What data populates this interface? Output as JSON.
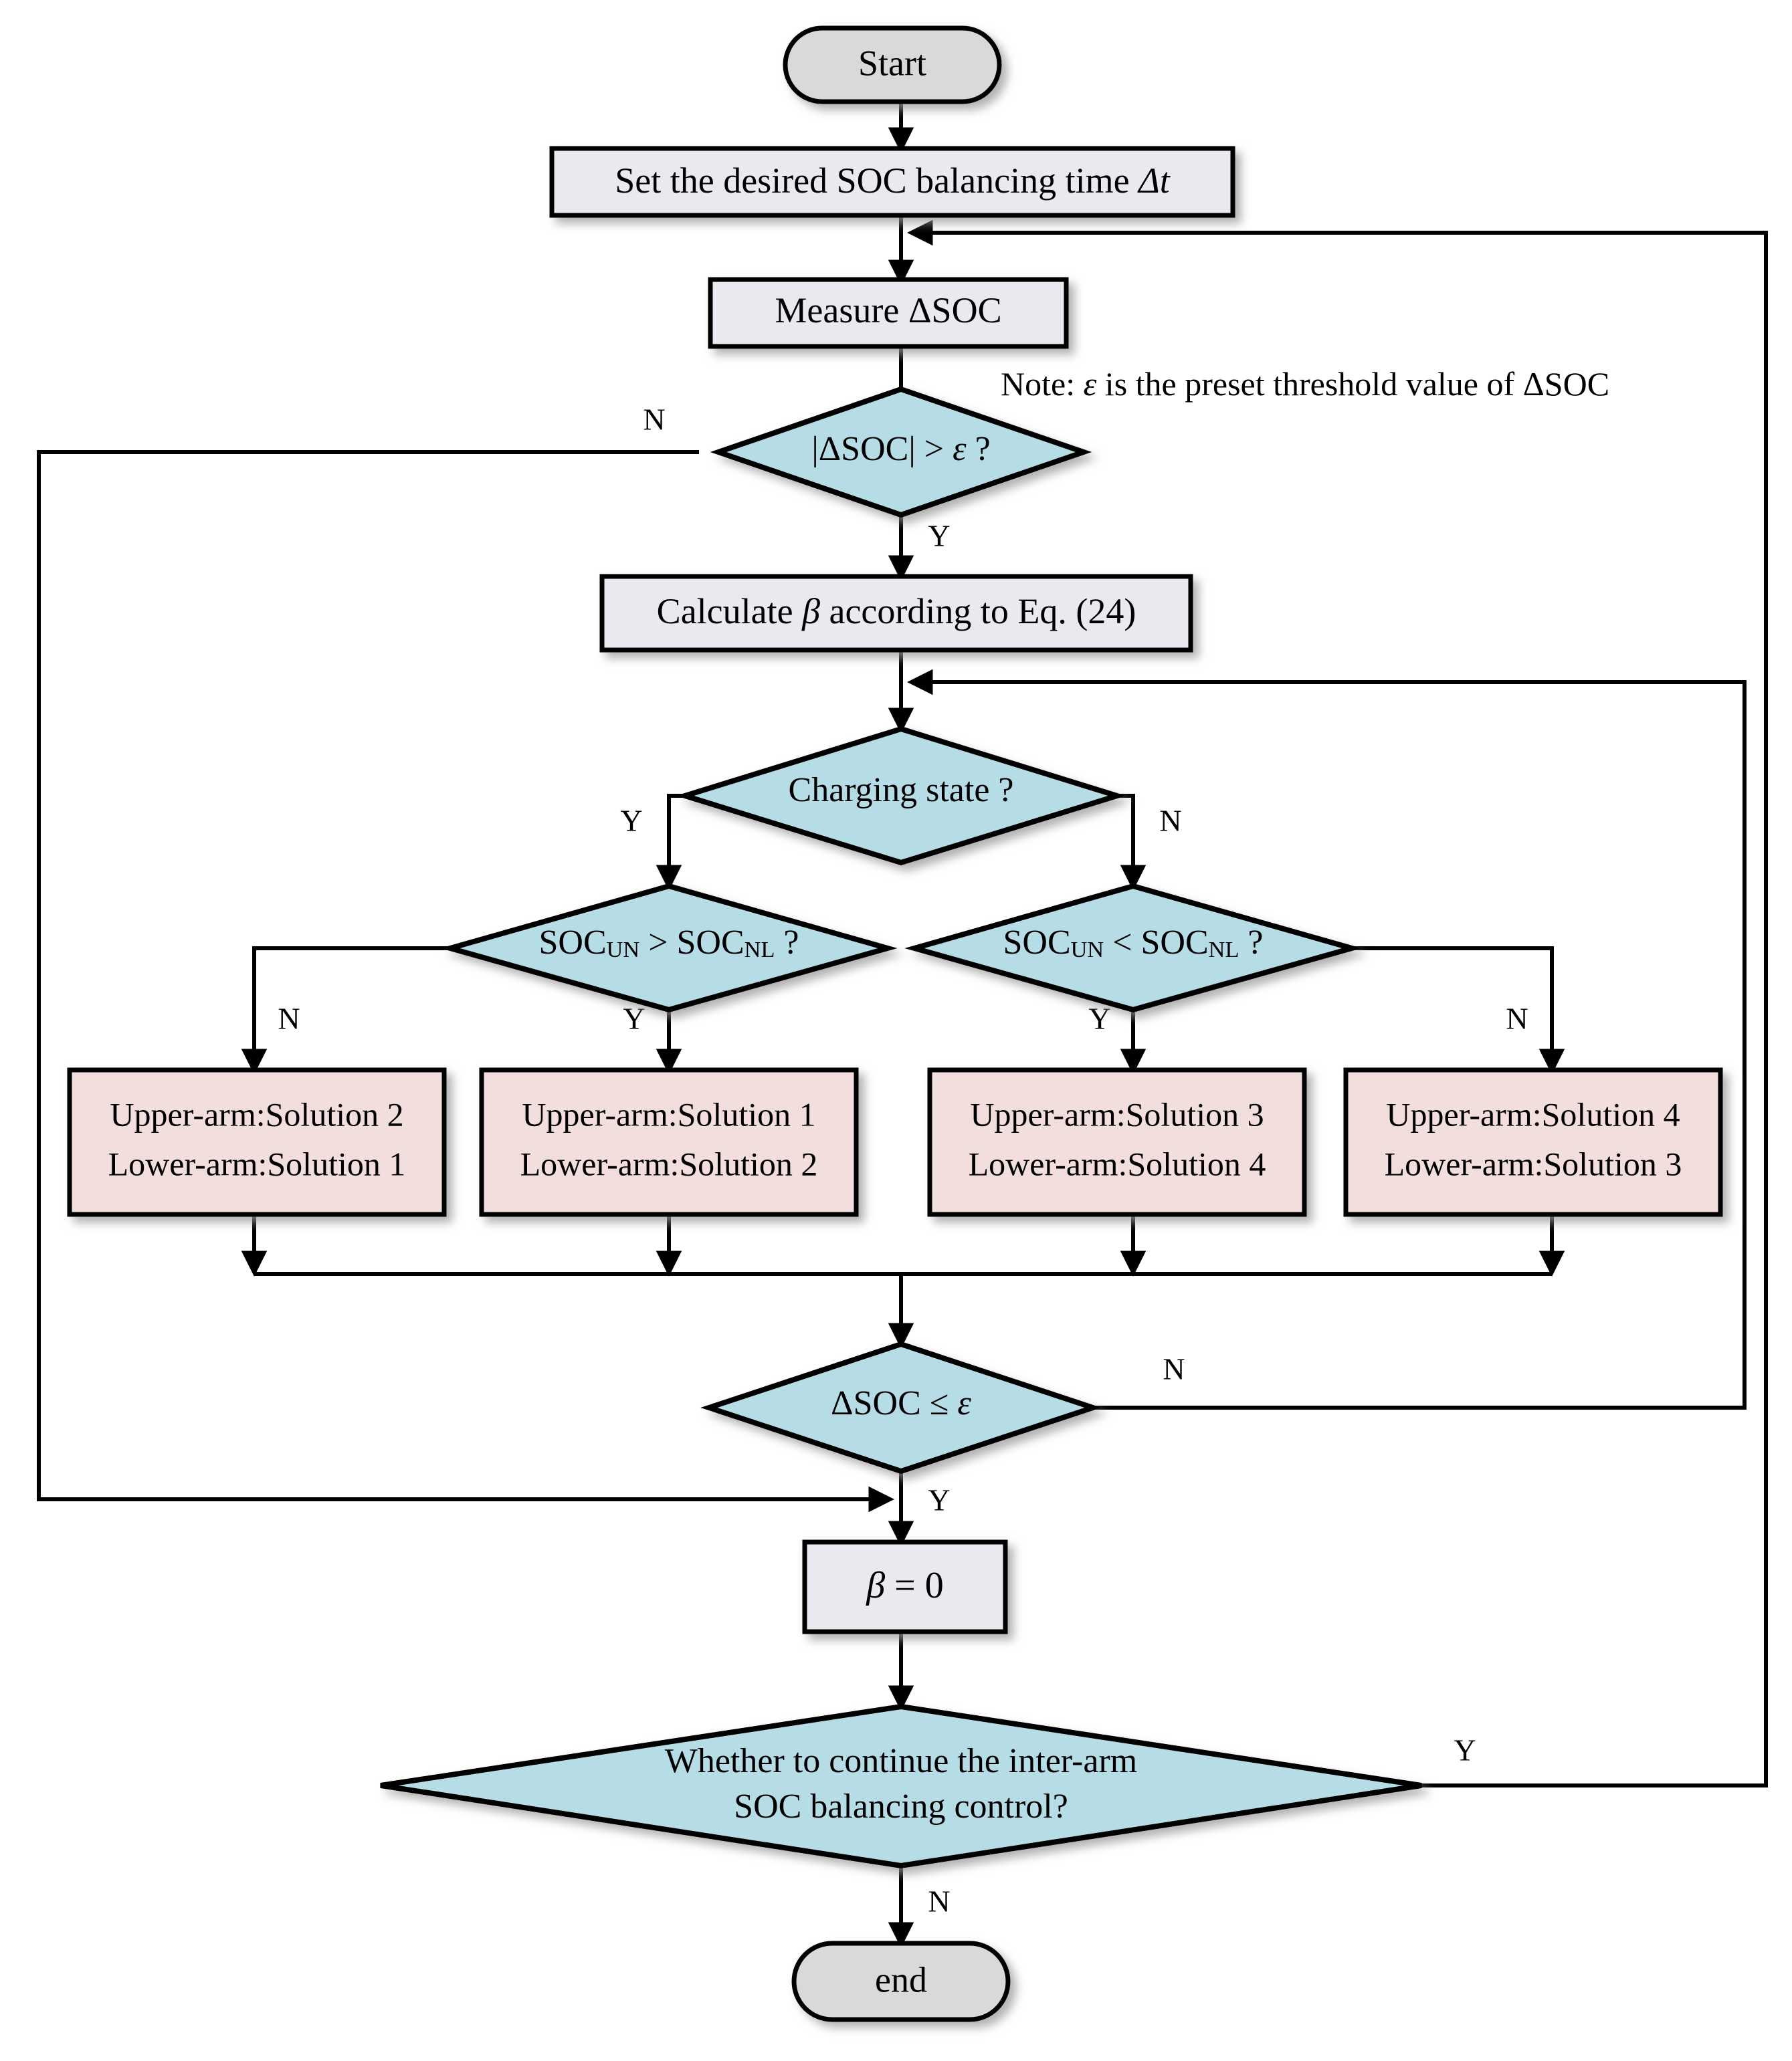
{
  "diagram": {
    "title_note": "Note: ε is the preset threshold value of ΔSOC",
    "colors": {
      "terminal_fill": "#d9d9d9",
      "process_fill": "#ebe8f0",
      "decision_fill": "#b6dce6",
      "solution_fill": "#f2dedc",
      "stroke": "#000000",
      "shadow": "#b0b0b0"
    },
    "nodes": {
      "start": {
        "label": "Start",
        "shape": "terminal"
      },
      "set_time": {
        "label": "Set the desired SOC balancing time Δt",
        "shape": "process"
      },
      "measure": {
        "label": "Measure ΔSOC",
        "shape": "process"
      },
      "check_threshold": {
        "label": "|ΔSOC| > ε ?",
        "shape": "decision"
      },
      "calc_beta": {
        "label": "Calculate β according to Eq. (24)",
        "shape": "process"
      },
      "charging_state": {
        "label": "Charging state ?",
        "shape": "decision"
      },
      "soc_gt": {
        "label": "SOCᵁᴺ > SOCᴺᴸ ?",
        "shape": "decision"
      },
      "soc_lt": {
        "label": "SOCᵁᴺ < SOCᴺᴸ ?",
        "shape": "decision"
      },
      "sol_21": {
        "line1": "Upper-arm:Solution 2",
        "line2": "Lower-arm:Solution 1",
        "shape": "solution"
      },
      "sol_12": {
        "line1": "Upper-arm:Solution 1",
        "line2": "Lower-arm:Solution 2",
        "shape": "solution"
      },
      "sol_34": {
        "line1": "Upper-arm:Solution 3",
        "line2": "Lower-arm:Solution 4",
        "shape": "solution"
      },
      "sol_43": {
        "line1": "Upper-arm:Solution 4",
        "line2": "Lower-arm:Solution 3",
        "shape": "solution"
      },
      "soc_le": {
        "label": "ΔSOC ≤ ε",
        "shape": "decision"
      },
      "beta_zero": {
        "label": "β = 0",
        "shape": "process"
      },
      "continue_q": {
        "line1": "Whether to continue the inter-arm",
        "line2": "SOC balancing control?",
        "shape": "decision"
      },
      "end": {
        "label": "end",
        "shape": "terminal"
      }
    },
    "edge_labels": {
      "threshold_no": "N",
      "threshold_yes": "Y",
      "charging_yes": "Y",
      "charging_no": "N",
      "soc_gt_no": "N",
      "soc_gt_yes": "Y",
      "soc_lt_yes": "Y",
      "soc_lt_no": "N",
      "soc_le_no": "N",
      "soc_le_yes": "Y",
      "continue_yes": "Y",
      "continue_no": "N"
    },
    "text_parts": {
      "set_time_main": "Set the desired SOC balancing time ",
      "set_time_var": "Δt",
      "measure_main": "Measure ",
      "measure_var": "ΔSOC",
      "calc_main_a": "Calculate ",
      "calc_beta": "β",
      "calc_main_b": " according to Eq. (24)",
      "abs_open": "|",
      "abs_body": "ΔSOC",
      "abs_close": "| > ",
      "abs_eps": "ε",
      "abs_q": " ?",
      "soc_lead": "SOC",
      "soc_sub_un": "UN",
      "soc_op_gt": " > SOC",
      "soc_op_lt": " < SOC",
      "soc_sub_nl": "NL",
      "soc_tail": " ?",
      "dsoc_le_a": "ΔSOC ≤ ",
      "dsoc_le_eps": "ε",
      "beta_sym": "β",
      "beta_eq": " = 0",
      "note_lead": "Note:  ",
      "note_eps": "ε",
      "note_body": " is the preset threshold value of  ΔSOC"
    }
  }
}
